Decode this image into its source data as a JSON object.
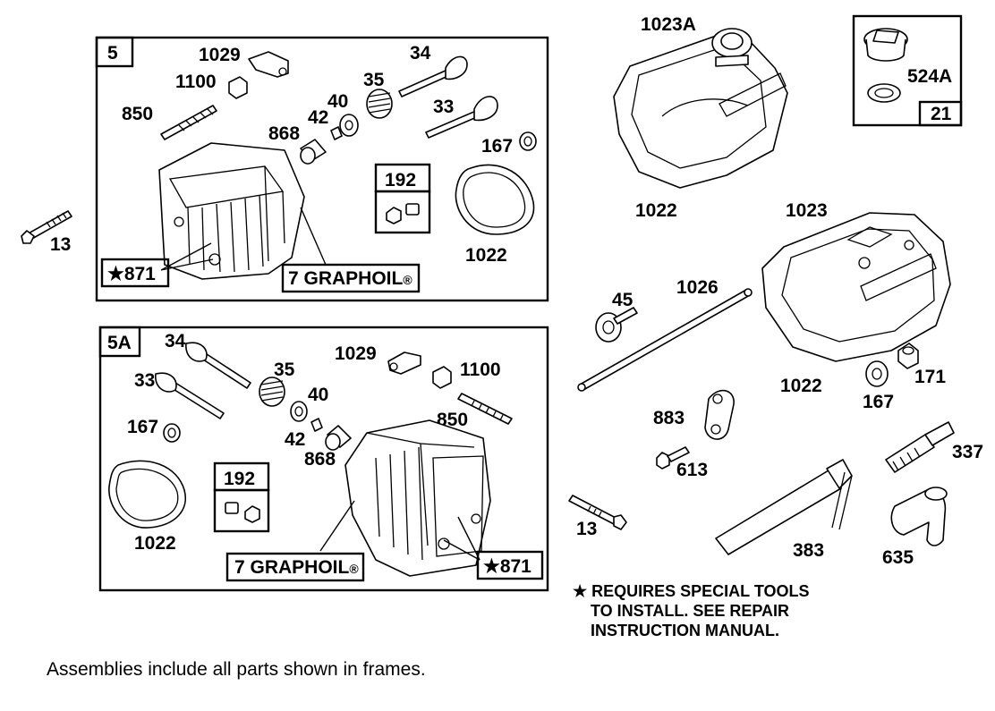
{
  "frames": {
    "frame_5": {
      "id": "5",
      "labels": {
        "p1029": "1029",
        "p1100": "1100",
        "p34": "34",
        "p35": "35",
        "p850": "850",
        "p40": "40",
        "p42": "42",
        "p33": "33",
        "p868": "868",
        "p167": "167",
        "p192": "192",
        "p1022": "1022",
        "p871": "★871",
        "graphoil": "7 GRAPHOIL"
      }
    },
    "frame_5a": {
      "id": "5A",
      "labels": {
        "p34": "34",
        "p33": "33",
        "p35": "35",
        "p1029": "1029",
        "p1100": "1100",
        "p40": "40",
        "p167": "167",
        "p850": "850",
        "p42": "42",
        "p868": "868",
        "p192": "192",
        "p1022": "1022",
        "graphoil": "7 GRAPHOIL",
        "p871": "★871"
      }
    },
    "frame_21": {
      "id": "21",
      "labels": {
        "p524a": "524A"
      }
    }
  },
  "loose_parts": {
    "p13_left": "13",
    "p1023a": "1023A",
    "p1022_top": "1022",
    "p1023": "1023",
    "p45": "45",
    "p1026": "1026",
    "p1022_right": "1022",
    "p167": "167",
    "p171": "171",
    "p883": "883",
    "p613": "613",
    "p337": "337",
    "p13_right": "13",
    "p383": "383",
    "p635": "635"
  },
  "registered_mark": "®",
  "special_tools_note": {
    "line1": "★ REQUIRES SPECIAL TOOLS",
    "line2": "TO INSTALL.  SEE REPAIR",
    "line3": "INSTRUCTION MANUAL."
  },
  "footer_note": "Assemblies include all parts shown in frames."
}
